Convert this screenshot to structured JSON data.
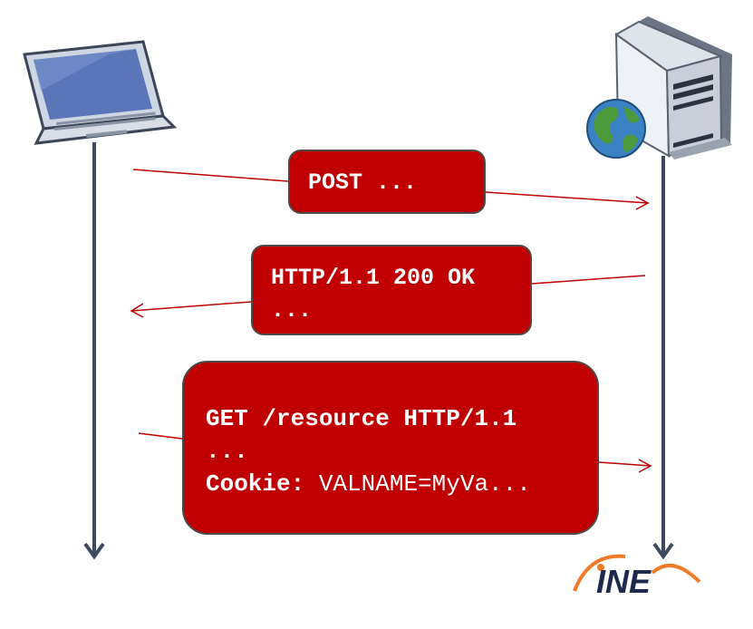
{
  "diagram": {
    "nodes": [
      {
        "id": "client",
        "icon": "laptop-icon"
      },
      {
        "id": "server",
        "icon": "web-server-icon"
      }
    ],
    "messages": [
      {
        "id": "post",
        "direction": "client-to-server",
        "lines": [
          "POST ..."
        ]
      },
      {
        "id": "response",
        "direction": "server-to-client",
        "lines": [
          "HTTP/1.1 200 OK",
          "..."
        ]
      },
      {
        "id": "get",
        "direction": "client-to-server",
        "lines": [
          "GET /resource HTTP/1.1",
          "..."
        ],
        "cookie_label": "Cookie:",
        "cookie_value": "VALNAME=MyVa..."
      }
    ]
  },
  "brand": {
    "logo_text": "INE",
    "logo_color": "#1d2a4d",
    "accent": "#f07c2a"
  },
  "colors": {
    "message_fill": "#c00000",
    "message_border": "#4a4a4a",
    "arrow": "#c00000",
    "lifeline": "#3b4a5e"
  }
}
